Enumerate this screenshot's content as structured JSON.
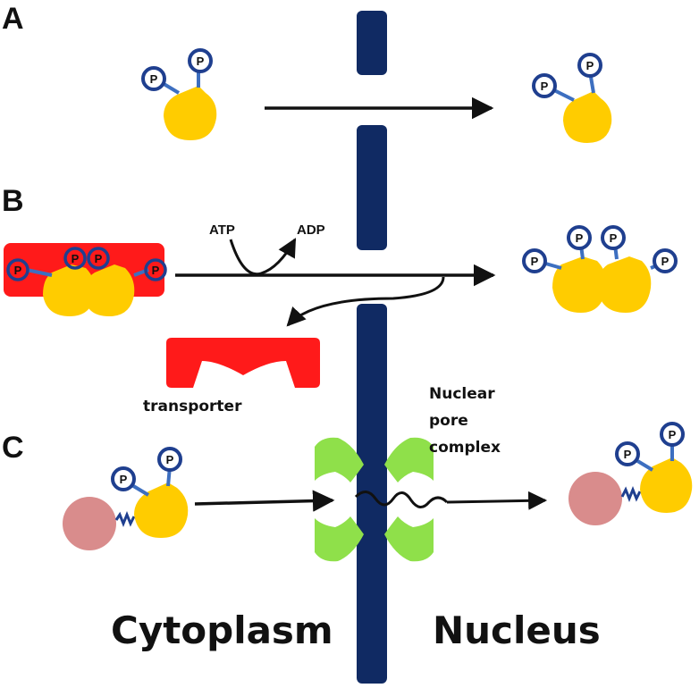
{
  "panels": {
    "a": "A",
    "b": "B",
    "c": "C"
  },
  "phospho_label": "P",
  "reaction": {
    "atp": "ATP",
    "adp": "ADP"
  },
  "transporter_label": "transporter",
  "npc_label_line1": "Nuclear",
  "npc_label_line2": "pore",
  "npc_label_line3": "complex",
  "regions": {
    "cytoplasm": "Cytoplasm",
    "nucleus": "Nucleus"
  },
  "colors": {
    "membrane": "#102a63",
    "protein": "#ffcc00",
    "phosphate_ring": "#1f3f8f",
    "phosphate_link": "#3d6fc0",
    "transporter": "#ff1a1a",
    "pore_complex": "#8fe04a",
    "partner": "#d98c8c"
  }
}
